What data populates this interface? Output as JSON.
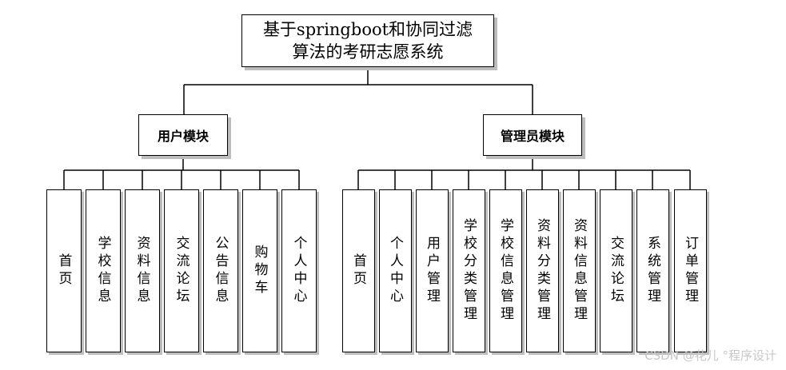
{
  "diagram": {
    "root": {
      "line1": "基于springboot和协同过滤",
      "line2": "算法的考研志愿系统"
    },
    "modules": [
      {
        "label": "用户模块",
        "items": [
          "首页",
          "学校信息",
          "资料信息",
          "交流论坛",
          "公告信息",
          "购物车",
          "个人中心"
        ]
      },
      {
        "label": "管理员模块",
        "items": [
          "首页",
          "个人中心",
          "用户管理",
          "学校分类管理",
          "学校信息管理",
          "资料分类管理",
          "资料信息管理",
          "交流论坛",
          "系统管理",
          "订单管理"
        ]
      }
    ]
  },
  "watermark": "CSDN @花儿 °程序设计"
}
